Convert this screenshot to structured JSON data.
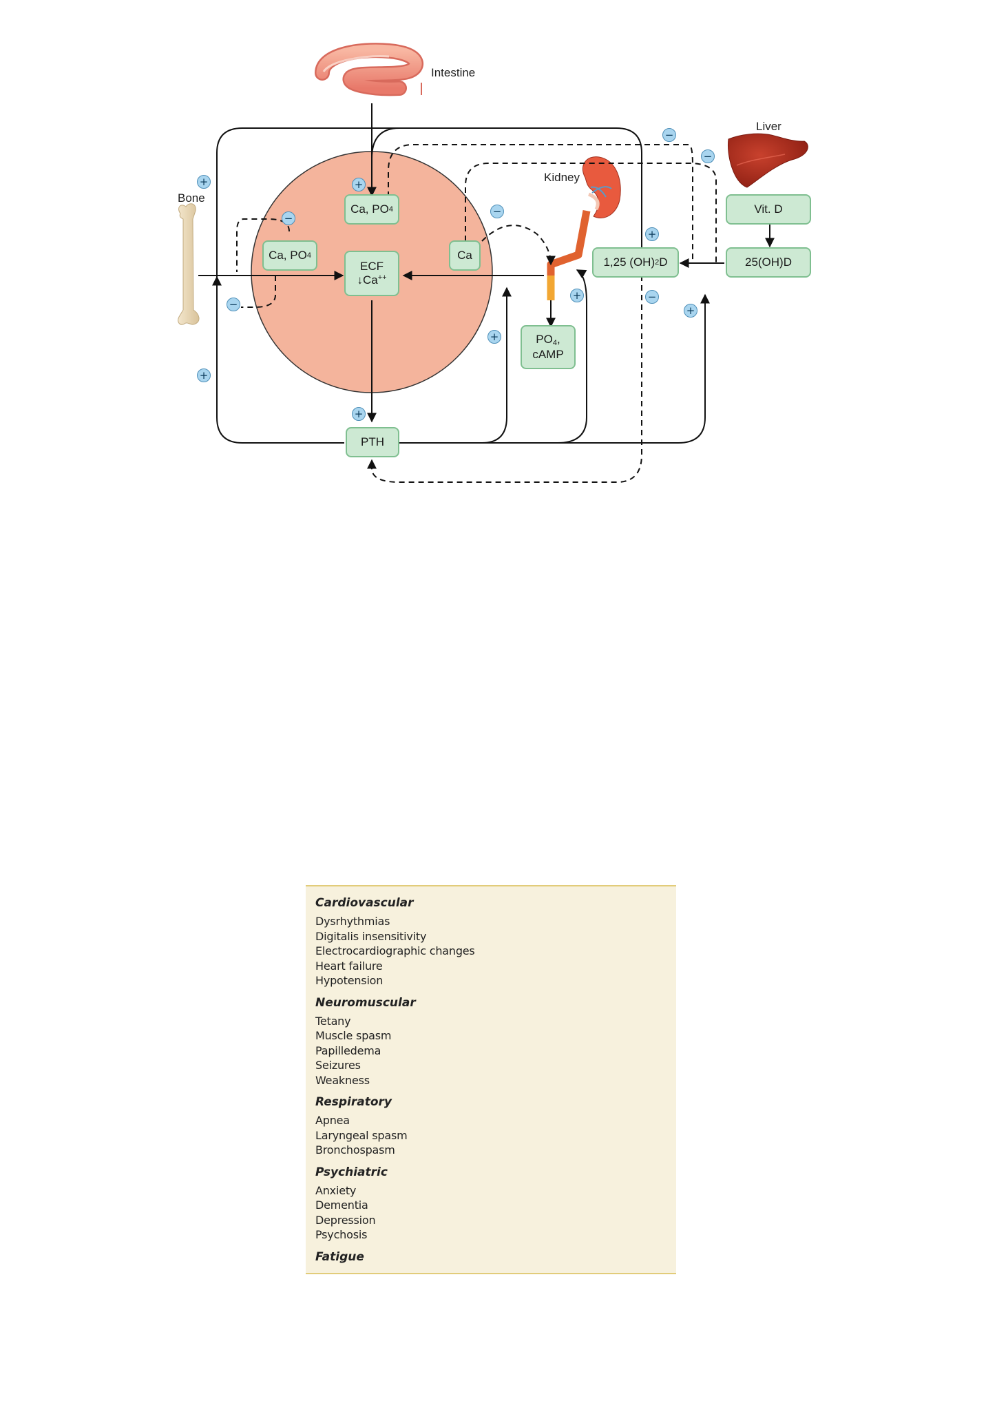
{
  "diagram": {
    "organs": {
      "intestine": "Intestine",
      "liver": "Liver",
      "bone": "Bone",
      "kidney": "Kidney"
    },
    "boxes": {
      "intestine_ca_po4": "Ca, PO",
      "intestine_ca_po4_sub": "4",
      "bone_ca_po4": "Ca, PO",
      "bone_ca_po4_sub": "4",
      "ecf_line1": "ECF",
      "ecf_line2": "↓Ca",
      "ecf_sup": "++",
      "kidney_ca": "Ca",
      "po4_camp_line1": "PO",
      "po4_camp_sub": "4",
      "po4_camp_comma": ",",
      "po4_camp_line2": "cAMP",
      "calcitriol_a": "1,25 (OH)",
      "calcitriol_sub": "2",
      "calcitriol_b": "D",
      "vit_d": "Vit. D",
      "calcidiol": "25(OH)D",
      "pth": "PTH"
    },
    "signs": {
      "plus": "+",
      "minus": "−"
    },
    "colors": {
      "ecf_circle": "#f4b49c",
      "box_fill": "#cde9d3",
      "box_border": "#7fbf90",
      "sign_fill": "#a9d5ef"
    }
  },
  "symptoms": [
    {
      "category": "Cardiovascular",
      "items": [
        "Dysrhythmias",
        "Digitalis insensitivity",
        "Electrocardiographic changes",
        "Heart failure",
        "Hypotension"
      ]
    },
    {
      "category": "Neuromuscular",
      "items": [
        "Tetany",
        "Muscle spasm",
        "Papilledema",
        "Seizures",
        "Weakness"
      ]
    },
    {
      "category": "Respiratory",
      "items": [
        "Apnea",
        "Laryngeal spasm",
        "Bronchospasm"
      ]
    },
    {
      "category": "Psychiatric",
      "items": [
        "Anxiety",
        "Dementia",
        "Depression",
        "Psychosis"
      ]
    },
    {
      "category": "Fatigue",
      "items": []
    }
  ]
}
